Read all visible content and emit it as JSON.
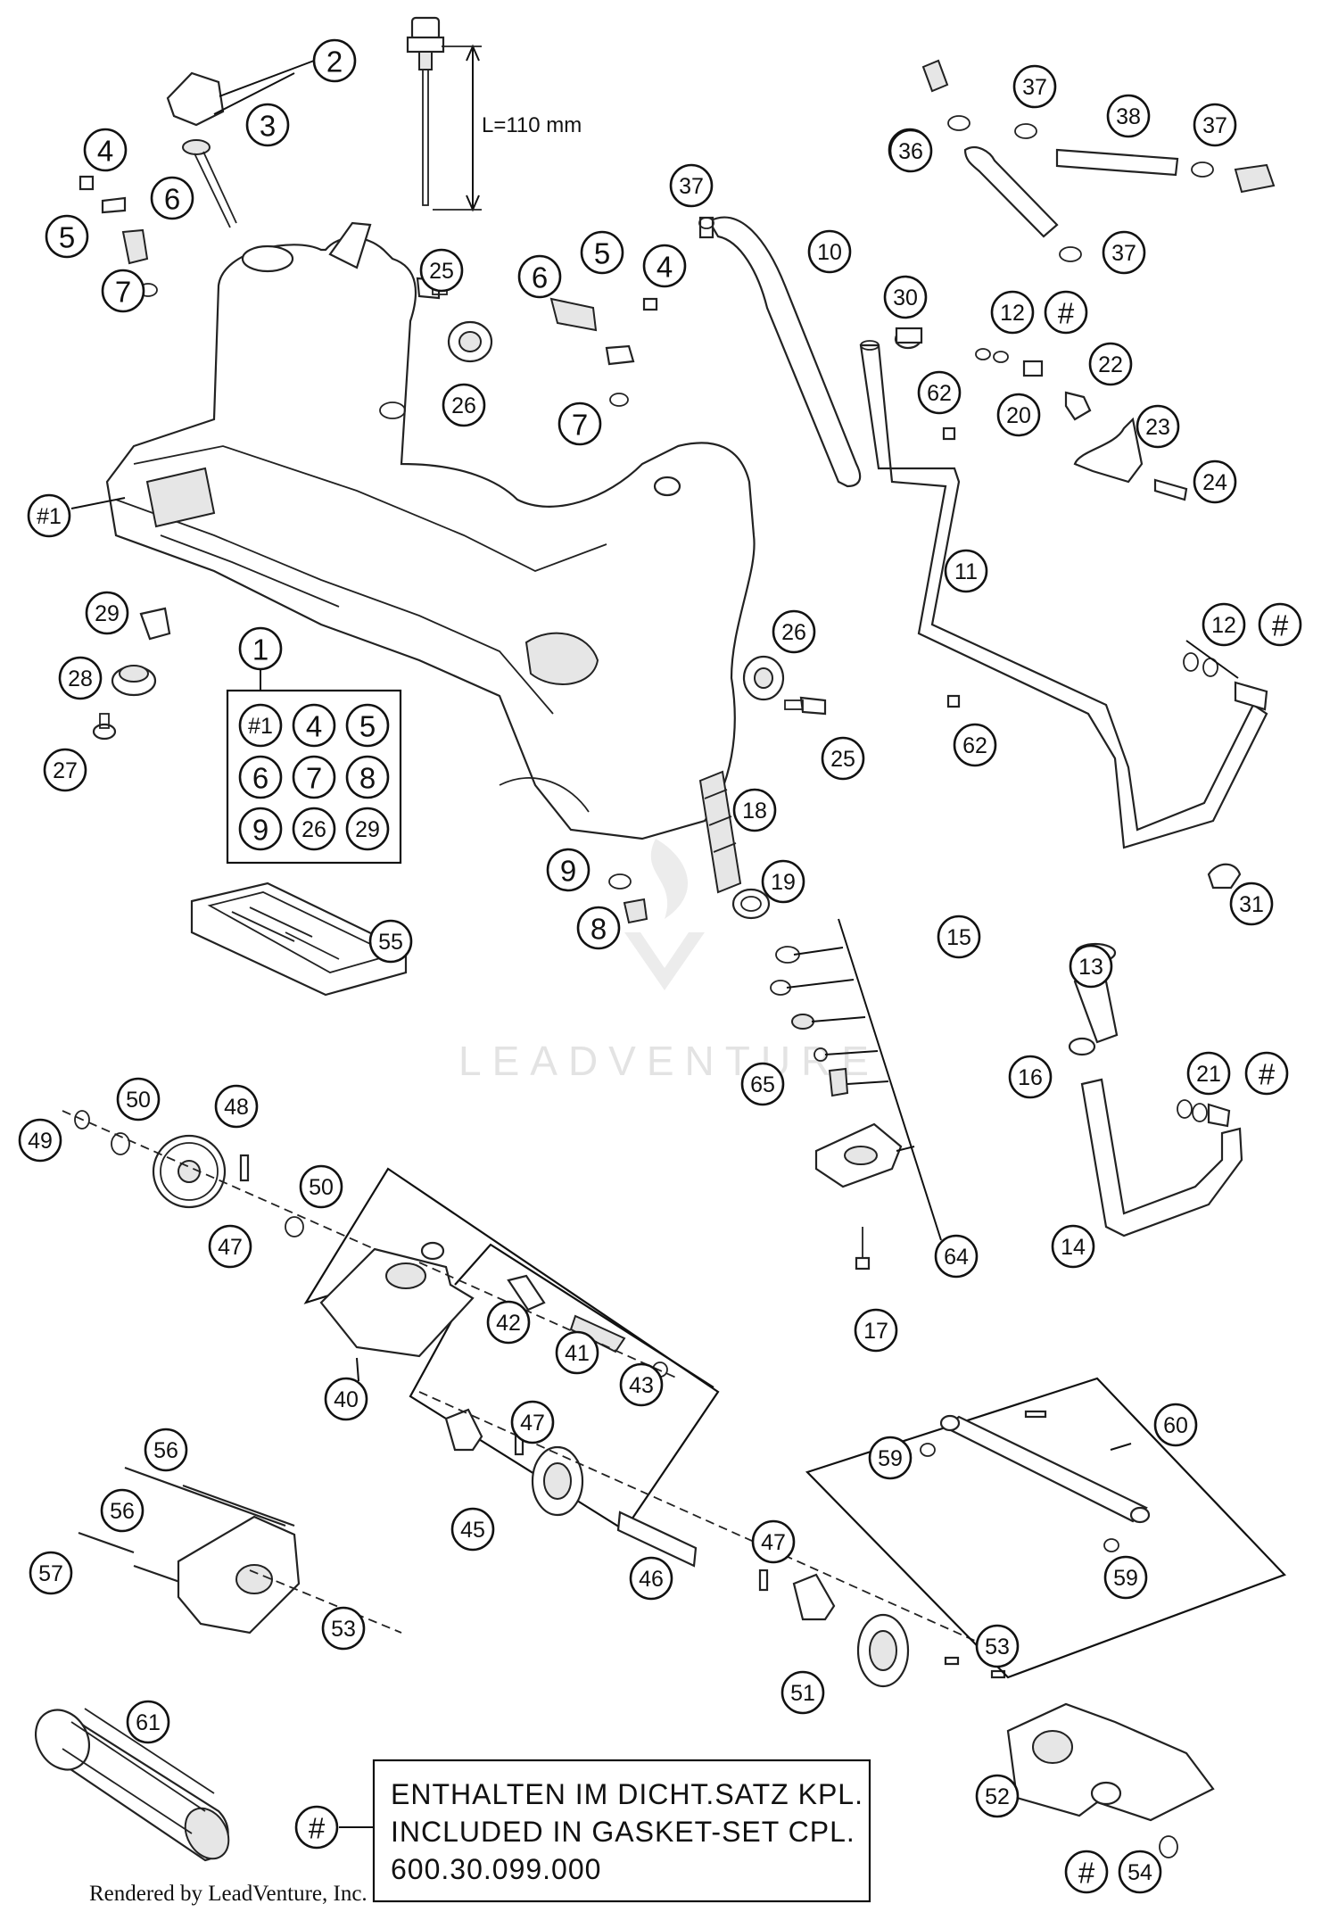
{
  "dimension_label": "L=110 mm",
  "watermark": "LEADVENTURE",
  "credit": "Rendered by LeadVenture, Inc.",
  "note": {
    "symbol": "#",
    "lines": [
      "ENTHALTEN IM DICHT.SATZ KPL.",
      "INCLUDED IN GASKET-SET CPL.",
      "600.30.099.000"
    ]
  },
  "kit": {
    "number": "1",
    "items": [
      "#1",
      "4",
      "5",
      "6",
      "7",
      "8",
      "9",
      "26",
      "29"
    ]
  },
  "callouts": [
    "2",
    "3",
    "4",
    "5",
    "6",
    "7",
    "#1",
    "25",
    "26",
    "6",
    "5",
    "4",
    "7",
    "37",
    "10",
    "37",
    "37",
    "38",
    "37",
    "36",
    "37",
    "30",
    "12",
    "#",
    "62",
    "22",
    "20",
    "23",
    "24",
    "11",
    "12",
    "#",
    "62",
    "29",
    "28",
    "27",
    "26",
    "25",
    "18",
    "9",
    "19",
    "8",
    "55",
    "15",
    "13",
    "65",
    "16",
    "21",
    "#",
    "14",
    "31",
    "50",
    "48",
    "49",
    "47",
    "50",
    "42",
    "41",
    "43",
    "40",
    "47",
    "64",
    "17",
    "60",
    "59",
    "59",
    "56",
    "56",
    "45",
    "57",
    "53",
    "46",
    "47",
    "51",
    "53",
    "61",
    "52",
    "#",
    "#",
    "54"
  ]
}
